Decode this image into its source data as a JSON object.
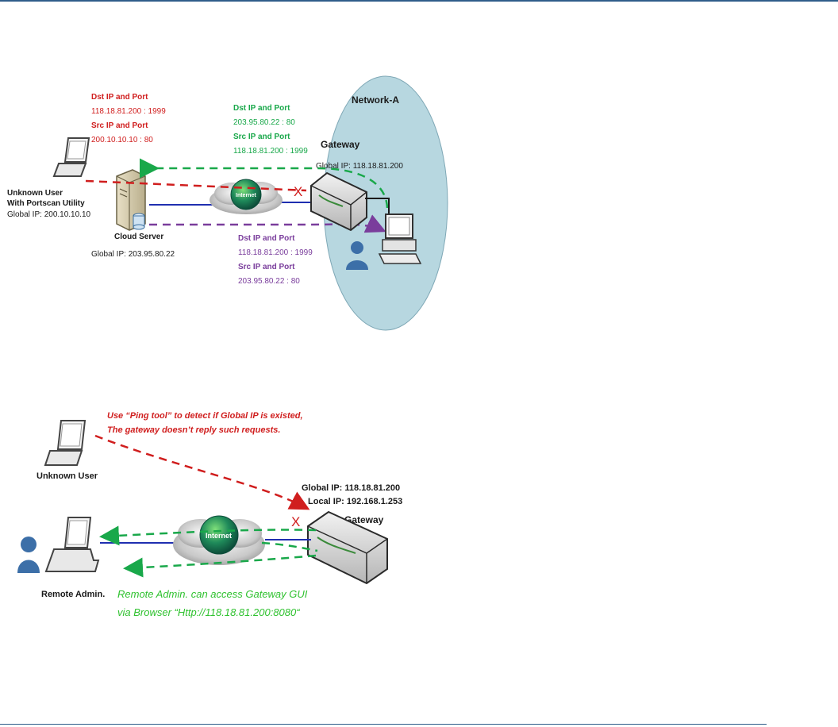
{
  "diagram1": {
    "network_label": "Network-A",
    "gateway_label": "Gateway",
    "gateway_global_ip": "Global IP: 118.18.81.200",
    "internet_label": "Internet",
    "cloud_server_label": "Cloud Server",
    "cloud_server_ip": "Global IP: 203.95.80.22",
    "unknown_user_line1": "Unknown User",
    "unknown_user_line2": "With Portscan Utility",
    "unknown_user_ip": "Global IP: 200.10.10.10",
    "red_flow": {
      "dst_title": "Dst IP and Port",
      "dst_value": "118.18.81.200 : 1999",
      "src_title": "Src IP and Port",
      "src_value": "200.10.10.10 : 80"
    },
    "green_flow": {
      "dst_title": "Dst IP and Port",
      "dst_value": "203.95.80.22 : 80",
      "src_title": "Src IP and Port",
      "src_value": "118.18.81.200 : 1999"
    },
    "purple_flow": {
      "dst_title": "Dst IP and Port",
      "dst_value": "118.18.81.200 : 1999",
      "src_title": "Src IP and Port",
      "src_value": "203.95.80.22 : 80"
    },
    "block_mark": "X"
  },
  "diagram2": {
    "ping_note_line1": "Use “Ping tool” to detect if Global IP is existed,",
    "ping_note_line2": "The gateway doesn’t reply such requests.",
    "unknown_user_label": "Unknown User",
    "gateway_global_ip": "Global IP: 118.18.81.200",
    "gateway_local_ip": "Local IP: 192.168.1.253",
    "gateway_label": "Gateway",
    "internet_label": "Internet",
    "remote_admin_label": "Remote Admin.",
    "access_note_line1": "Remote Admin. can access Gateway GUI",
    "access_note_line2": "via Browser “Http://118.18.81.200:8080“",
    "block_mark": "X"
  },
  "colors": {
    "red": "#d01e1e",
    "green": "#19a84a",
    "purple": "#7a3d9c",
    "blue_line": "#1f2fb0",
    "network_fill": "#b7d7e0",
    "rule": "#2f5d8a"
  }
}
